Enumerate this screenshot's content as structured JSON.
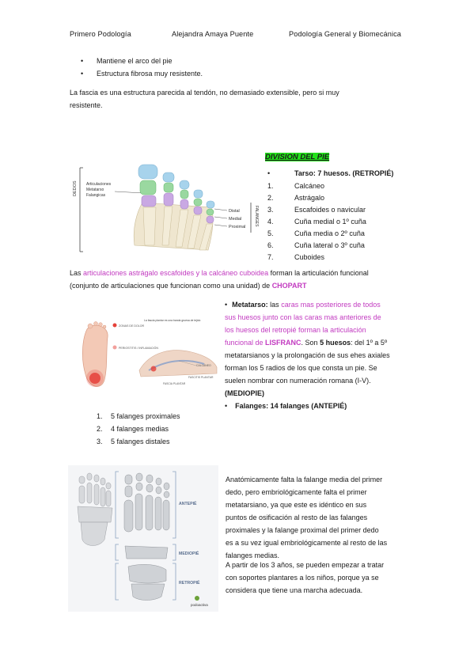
{
  "header": {
    "left": "Primero Podología",
    "center": "Alejandra Amaya Puente",
    "right": "Podología General y Biomecánica"
  },
  "top_bullets": [
    "Mantiene el arco del pie",
    "Estructura fibrosa muy resistente."
  ],
  "fascia": {
    "line1": "La fascia es una estructura parecida al tendón, no demasiado extensible, pero si muy",
    "line2": "resistente."
  },
  "division": {
    "title": "DIVISION DEL PIE",
    "highlight": "#22e01a",
    "tarso_heading": "Tarso: 7 huesos. (RETROPIÉ)",
    "items": [
      {
        "n": "1.",
        "t": "Calcáneo"
      },
      {
        "n": "2.",
        "t": "Astrágalo"
      },
      {
        "n": "3.",
        "t": "Escafoides o navicular"
      },
      {
        "n": "4.",
        "t": "Cuña medial o 1º cuña"
      },
      {
        "n": "5.",
        "t": "Cuña media o 2º cuña"
      },
      {
        "n": "6.",
        "t": "Cuña lateral o 3º cuña"
      },
      {
        "n": "7.",
        "t": "Cuboides"
      }
    ]
  },
  "fig1": {
    "left_label": "DEDOS",
    "labels": [
      "Articulaciones",
      "Metatarso",
      "Falangicas"
    ],
    "right_labels": [
      "Distal",
      "Medial",
      "Proximal"
    ],
    "vertical": "FALANGES"
  },
  "chopart": {
    "prefix": "Las ",
    "pink": "articulaciones astrágalo escafoides y la calcáneo cuboidea",
    "rest": " forman la articulación funcional",
    "line2_a": "(conjunto de articulaciones que funcionan como una unidad) de ",
    "line2_b": "CHOPART"
  },
  "fig2": {
    "labels": [
      "ZONAS DE DOLOR",
      "PERIOSTITIS / INFLAMACIÓN",
      "La fascia plantar es una banda gruesa de tejido",
      "CALCÁNEO",
      "FASCITIS PLANTAR",
      "FASCIA PLANTAR"
    ]
  },
  "metatarso": {
    "heading": "Metatarso:",
    "las": " las ",
    "pink1": "caras mas posteriores de todos",
    "pink2": "sus huesos junto con las caras mas anteriores de",
    "pink3": "los huesos del retropié forman la articulación",
    "pink4a": "funcional de ",
    "pink4b": "LISFRANC",
    "l4c": ". Son ",
    "l4d": "5 huesos",
    "l4e": ": del 1º a 5º",
    "l5": "metatarsianos y la prolongación de sus ehes axiales",
    "l6": "forman los 5 radios de los que consta un pie. Se",
    "l7": "suelen nombrar con numeración romana (I-V).",
    "l8": "(MEDIOPIE)",
    "falanges": "Falanges: 14 falanges (ANTEPIÉ)"
  },
  "falanges_list": [
    {
      "n": "1.",
      "t": "5 falanges proximales"
    },
    {
      "n": "2.",
      "t": "4 falanges medias"
    },
    {
      "n": "3.",
      "t": "5 falanges distales"
    }
  ],
  "fig3": {
    "labels": [
      "ANTEPIÉ",
      "MEDIOPIÉ",
      "RETROPIÉ"
    ],
    "logo": "podoactiva"
  },
  "anatomica": {
    "p1": [
      "Anatómicamente falta la falange media del primer",
      "dedo, pero embriológicamente falta el primer",
      "metatarsiano, ya que este es idéntico en sus",
      "puntos de osificación al resto de las falanges",
      "proximales y la falange proximal del primer dedo",
      "es a su vez igual embriológicamente al resto de las",
      "falanges medias."
    ],
    "p2": [
      "A partir de los 3 años, se pueden empezar a tratar",
      "con soportes plantares a los niños, porque ya se",
      "considera que tiene una marcha adecuada."
    ]
  }
}
